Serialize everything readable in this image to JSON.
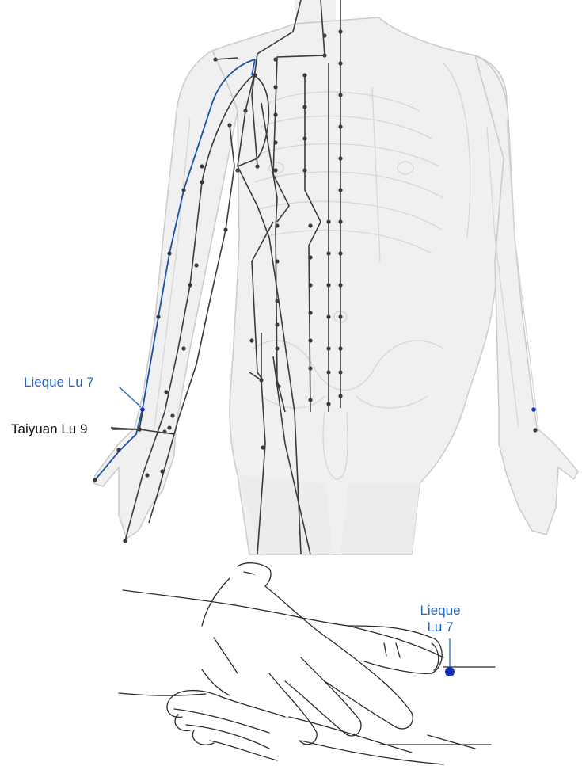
{
  "colors": {
    "meridian_blue": "#1e4fa8",
    "meridian_dark": "#3a3a3a",
    "body_fill": "#f0f0f0",
    "body_outline": "#c9c9c9",
    "point_blue": "#1330b8",
    "label_blue": "#1f64c8",
    "label_dark": "#111111"
  },
  "labels": {
    "lieque_body": "Lieque Lu 7",
    "taiyuan": "Taiyuan Lu 9",
    "lieque_hands_line1": "Lieque",
    "lieque_hands_line2": "Lu 7"
  }
}
